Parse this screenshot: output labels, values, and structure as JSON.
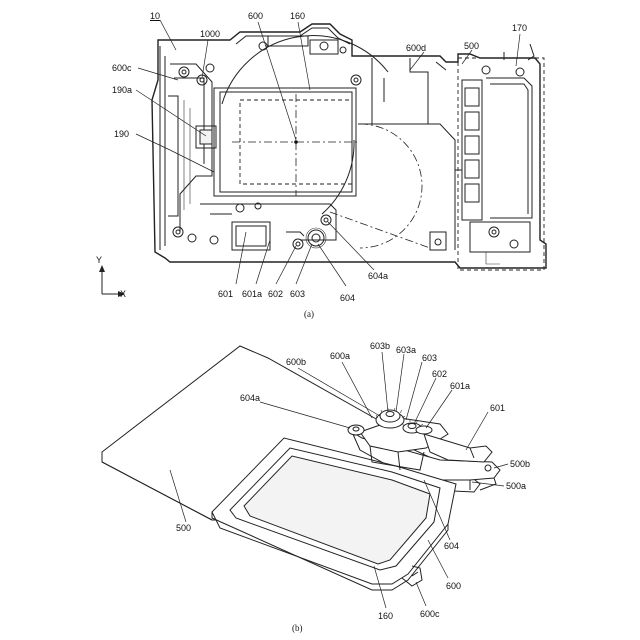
{
  "figure_a": {
    "caption": "(a)",
    "labels": {
      "l10": "10",
      "l600": "600",
      "l160": "160",
      "l1000": "1000",
      "l600d": "600d",
      "l500": "500",
      "l170": "170",
      "l600c": "600c",
      "l190a": "190a",
      "l190": "190",
      "l601": "601",
      "l601a": "601a",
      "l602": "602",
      "l603": "603",
      "l604": "604",
      "l604a": "604a"
    },
    "axis": {
      "y": "Y",
      "x": "X"
    }
  },
  "figure_b": {
    "caption": "(b)",
    "labels": {
      "l600b": "600b",
      "l600a": "600a",
      "l603b": "603b",
      "l603a": "603a",
      "l603": "603",
      "l602": "602",
      "l601a": "601a",
      "l604a": "604a",
      "l601": "601",
      "l500b": "500b",
      "l500a": "500a",
      "l500": "500",
      "l604": "604",
      "l600": "600",
      "l160": "160",
      "l600c": "600c"
    }
  }
}
